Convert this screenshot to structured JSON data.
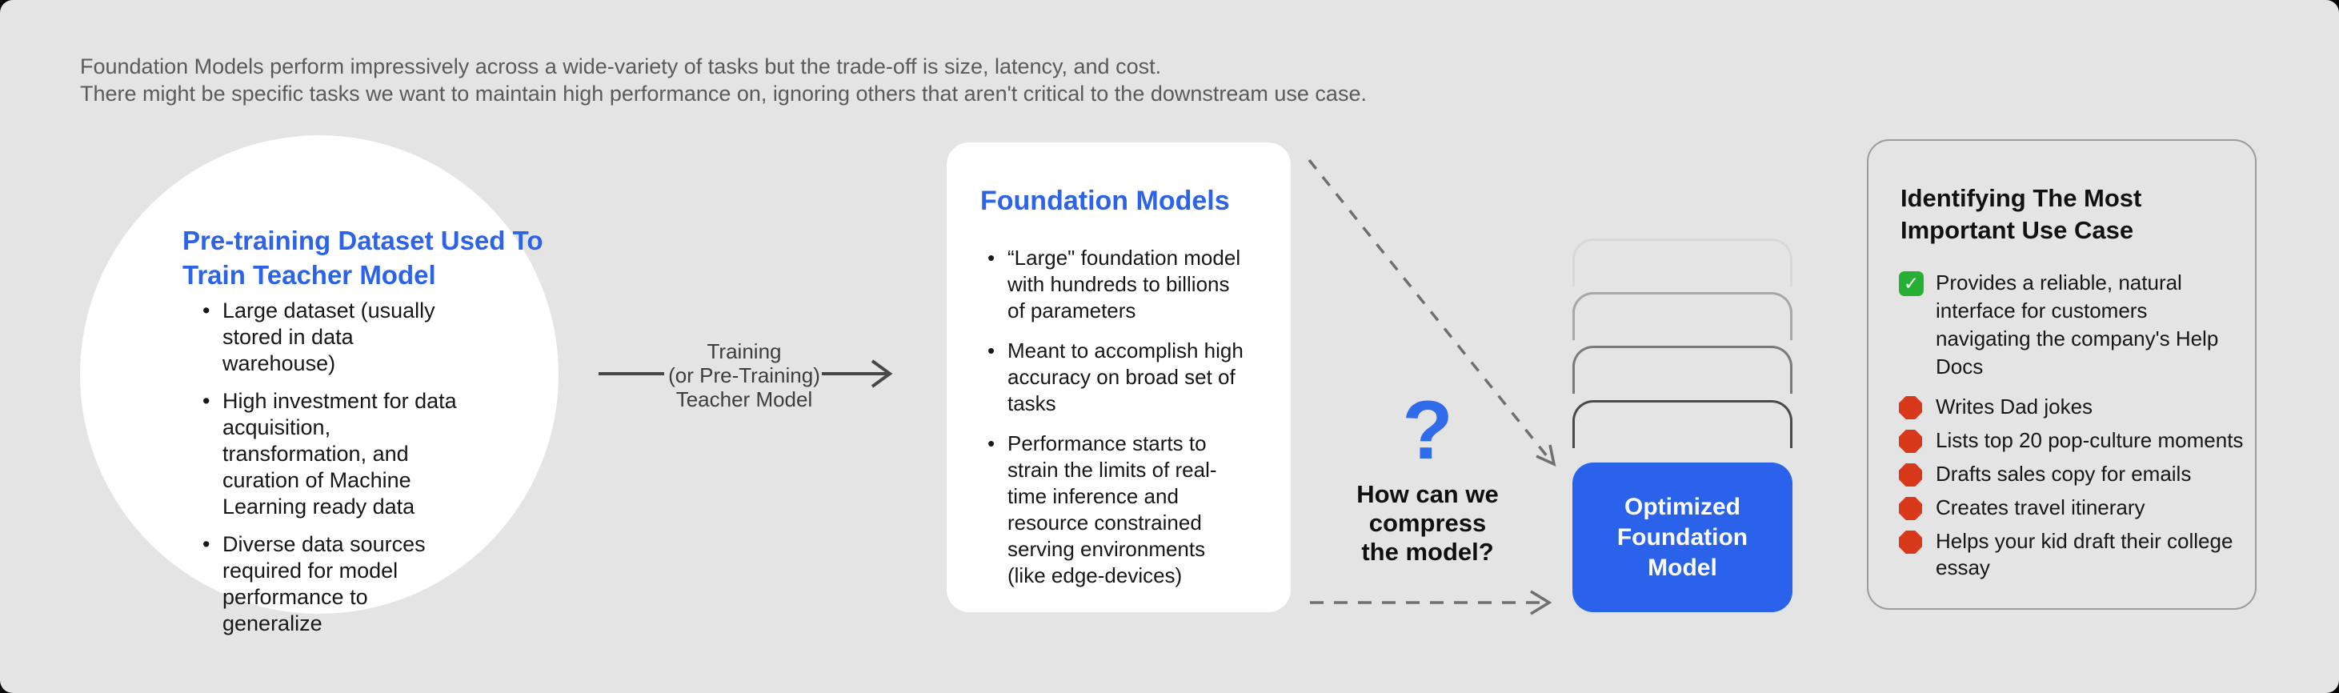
{
  "intro": {
    "line1": "Foundation Models perform impressively across a wide-variety of tasks but the trade-off is size, latency, and cost.",
    "line2": "There might be specific tasks we want to maintain high performance on, ignoring others that aren't critical to the downstream use case."
  },
  "teacher_circle": {
    "title": "Pre-training Dataset Used To Train Teacher Model",
    "bullets": [
      "Large dataset (usually stored in data warehouse)",
      "High investment for data acquisition, transformation, and curation of Machine Learning ready data",
      "Diverse data sources required for model performance to generalize"
    ]
  },
  "training_arrow": {
    "lines": [
      "Training",
      "(or Pre-Training)",
      "Teacher Model"
    ]
  },
  "foundation_card": {
    "title": "Foundation Models",
    "bullets": [
      "“Large\" foundation model with hundreds to billions of parameters",
      "Meant to accomplish high accuracy on broad set of tasks",
      "Performance starts to strain the limits of real-time inference and resource constrained serving environments (like edge-devices)"
    ]
  },
  "compress": {
    "question_mark": "?",
    "lines": [
      "How can we",
      "compress",
      "the model?"
    ]
  },
  "optimized_box": {
    "label": "Optimized Foundation Model"
  },
  "use_case_card": {
    "title": "Identifying The Most Important Use Case",
    "check_item": "Provides a reliable, natural interface for customers navigating the company's Help Docs",
    "blocked_items": [
      "Writes Dad jokes",
      "Lists top 20 pop-culture moments",
      "Drafts sales copy for emails",
      "Creates travel itinerary",
      "Helps your kid draft their college essay"
    ]
  },
  "icons": {
    "check_glyph": "✓"
  },
  "colors": {
    "panel_background": "#e4e4e4",
    "heading_blue": "#2c63e8",
    "box_blue": "#2a63e9",
    "check_green": "#27ae35",
    "stop_red": "#d8391a",
    "card_white": "#ffffff",
    "arrow_gray": "#6f6f6f"
  }
}
